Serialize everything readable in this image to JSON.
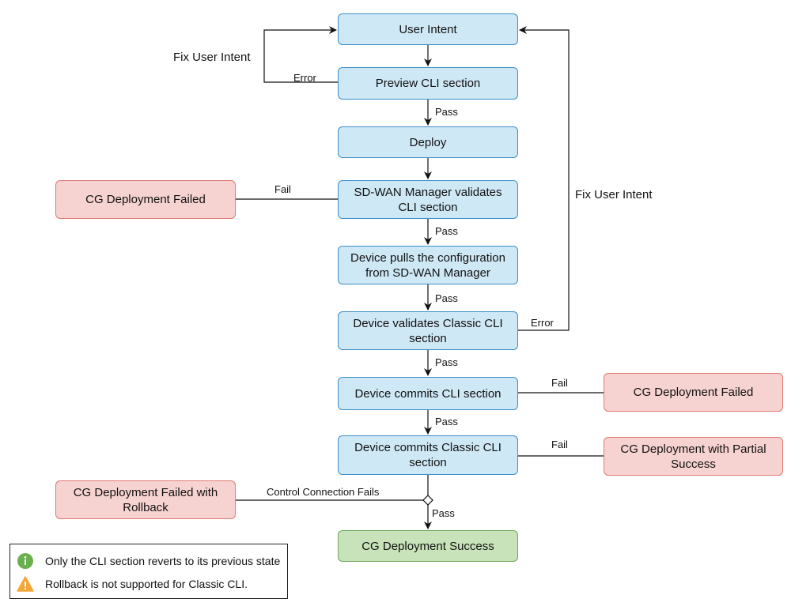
{
  "nodes": {
    "user_intent": "User Intent",
    "preview": "Preview CLI section",
    "deploy": "Deploy",
    "sdwan_validates": "SD-WAN Manager validates CLI section",
    "device_pulls": "Device pulls the configuration from SD-WAN Manager",
    "device_validates": "Device validates Classic CLI section",
    "device_commits_cli": "Device commits CLI section",
    "device_commits_classic": "Device commits Classic CLI section",
    "failed_1": "CG Deployment Failed",
    "failed_2": "CG Deployment Failed",
    "partial": "CG Deployment with Partial Success",
    "rollback": "CG Deployment Failed with Rollback",
    "success": "CG Deployment Success"
  },
  "labels": {
    "fix_user_intent_left": "Fix User Intent",
    "fix_user_intent_right": "Fix User Intent",
    "error_left": "Error",
    "error_right": "Error",
    "pass_1": "Pass",
    "pass_2": "Pass",
    "pass_3": "Pass",
    "pass_4": "Pass",
    "pass_5": "Pass",
    "pass_6": "Pass",
    "fail_1": "Fail",
    "fail_2": "Fail",
    "fail_3": "Fail",
    "control_connection_fails": "Control Connection Fails"
  },
  "legend": {
    "info_text": "Only the CLI section reverts to its previous state",
    "info_icon": "info-icon",
    "warning_text": "Rollback is not supported for Classic CLI.",
    "warning_icon": "warning-icon"
  },
  "colors": {
    "process": "#cfe8f6",
    "failure": "#f6d3d1",
    "success": "#c8e3b9",
    "info_icon": "#6ab04c",
    "warning_icon": "#f4a638"
  }
}
